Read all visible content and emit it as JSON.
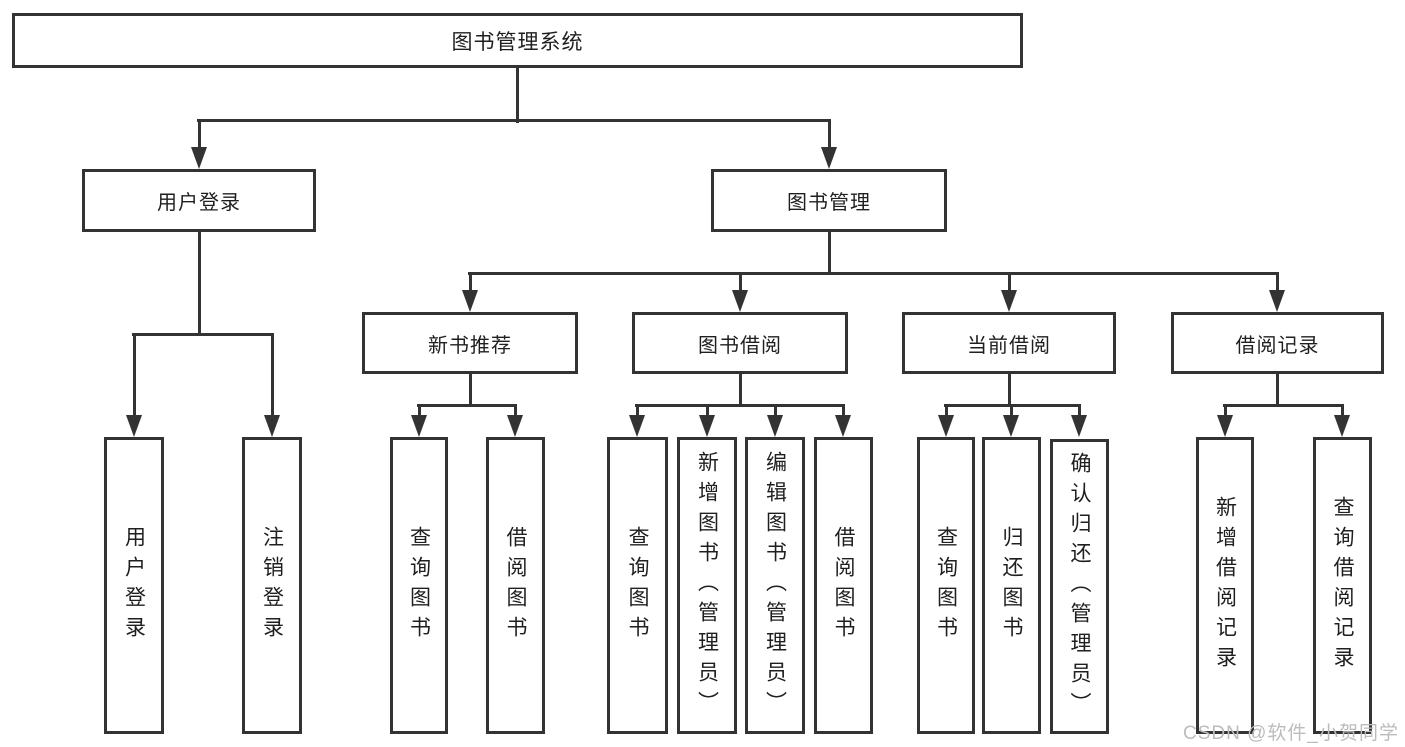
{
  "colors": {
    "line": "#333333",
    "text": "#1f1f1f",
    "box-bg": "#ffffff",
    "wm": "#bcbcbc"
  },
  "diagram": {
    "root": {
      "label": "图书管理系统"
    },
    "level2": [
      {
        "label": "用户登录"
      },
      {
        "label": "图书管理"
      }
    ],
    "level3": [
      {
        "label": "新书推荐"
      },
      {
        "label": "图书借阅"
      },
      {
        "label": "当前借阅"
      },
      {
        "label": "借阅记录"
      }
    ],
    "leaves": {
      "user_login": [
        {
          "label": "用户登录"
        },
        {
          "label": "注销登录"
        }
      ],
      "new_book_recommend": [
        {
          "label": "查询图书"
        },
        {
          "label": "借阅图书"
        }
      ],
      "book_borrow": [
        {
          "label": "查询图书"
        },
        {
          "label": "新增图书（管理员）"
        },
        {
          "label": "编辑图书（管理员）"
        },
        {
          "label": "借阅图书"
        }
      ],
      "current_borrow": [
        {
          "label": "查询图书"
        },
        {
          "label": "归还图书"
        },
        {
          "label": "确认归还（管理员）"
        }
      ],
      "borrow_record": [
        {
          "label": "新增借阅记录"
        },
        {
          "label": "查询借阅记录"
        }
      ]
    },
    "watermark": "CSDN @软件_小贺同学"
  }
}
